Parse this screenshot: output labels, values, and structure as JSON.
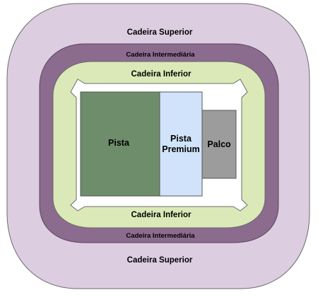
{
  "sections": {
    "cadeira_superior_top": "Cadeira Superior",
    "cadeira_superior_bottom": "Cadeira Superior",
    "cadeira_intermediaria_top": "Cadeira Intermediária",
    "cadeira_intermediaria_bottom": "Cadeira Intermediária",
    "cadeira_inferior_top": "Cadeira Inferior",
    "cadeira_inferior_bottom": "Cadeira Inferior",
    "pista": "Pista",
    "pista_premium_line1": "Pista",
    "pista_premium_line2": "Premium",
    "palco": "Palco"
  },
  "colors": {
    "cadeira_superior": "#dccde0",
    "cadeira_intermediaria": "#8b6b8e",
    "cadeira_inferior": "#dbe9b8",
    "field": "#ffffff",
    "pista": "#6e8d6a",
    "pista_premium": "#d1e3fb",
    "palco": "#9c9c9c",
    "outline": "#6b6b6b"
  }
}
